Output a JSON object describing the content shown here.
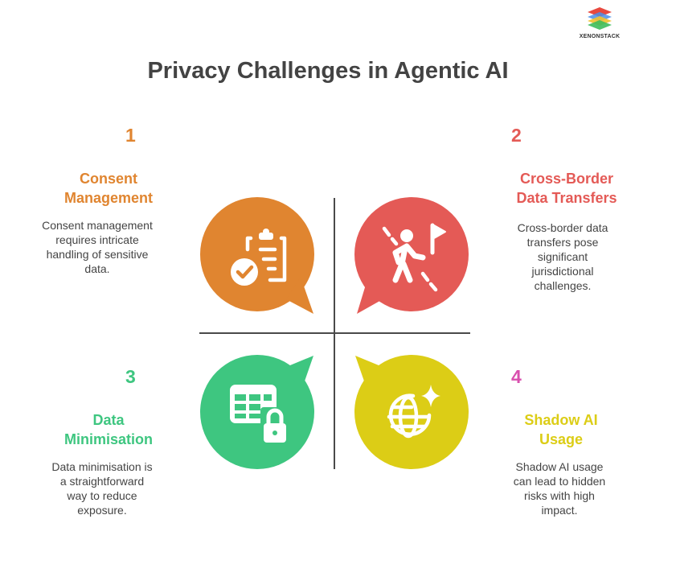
{
  "logo": {
    "text": "XENONSTACK",
    "icon": "stacked-layers-icon",
    "colors": [
      "#e8493f",
      "#4a8fe7",
      "#f2c230",
      "#3ebd5c"
    ]
  },
  "title": "Privacy Challenges in Agentic AI",
  "quadrants": [
    {
      "number": "1",
      "heading_line1": "Consent",
      "heading_line2": "Management",
      "description_lines": [
        "Consent management",
        "requires intricate",
        "handling of sensitive",
        "data."
      ],
      "color": "#e08530",
      "number_color": "#e08530",
      "icon": "clipboard-check-icon"
    },
    {
      "number": "2",
      "heading_line1": "Cross-Border",
      "heading_line2": "Data Transfers",
      "description_lines": [
        "Cross-border data",
        "transfers pose",
        "significant",
        "jurisdictional",
        "challenges."
      ],
      "color": "#e45a56",
      "number_color": "#e45a56",
      "icon": "person-crossing-border-flag-icon"
    },
    {
      "number": "3",
      "heading_line1": "Data",
      "heading_line2": "Minimisation",
      "description_lines": [
        "Data minimisation is",
        "a straightforward",
        "way to reduce",
        "exposure."
      ],
      "color": "#3ec680",
      "number_color": "#3ec680",
      "icon": "table-lock-icon"
    },
    {
      "number": "4",
      "heading_line1": "Shadow AI",
      "heading_line2": "Usage",
      "description_lines": [
        "Shadow AI usage",
        "can lead to hidden",
        "risks with high",
        "impact."
      ],
      "color": "#dccd16",
      "number_color": "#d94fae",
      "icon": "globe-sparkle-icon"
    }
  ]
}
